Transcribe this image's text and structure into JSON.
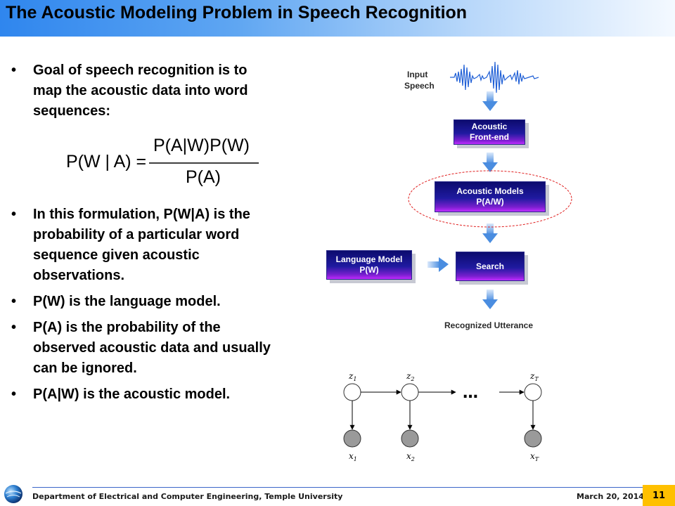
{
  "slide": {
    "title": "The Acoustic Modeling Problem in Speech Recognition",
    "bullets": [
      "Goal of speech recognition is to map the acoustic data into word sequences:",
      "In this formulation, P(W|A) is the probability of a particular word sequence given acoustic observations.",
      "P(W) is the language model.",
      "P(A) is the probability of the observed acoustic data and usually can be ignored.",
      "P(A|W) is the acoustic model."
    ],
    "formula": {
      "lhs": "P(W | A) =",
      "numerator": "P(A|W)P(W)",
      "denominator": "P(A)"
    }
  },
  "diagram": {
    "input_label_1": "Input",
    "input_label_2": "Speech",
    "front_end_1": "Acoustic",
    "front_end_2": "Front-end",
    "acoustic_models_1": "Acoustic Models",
    "acoustic_models_2": "P(A/W)",
    "language_model_1": "Language Model",
    "language_model_2": "P(W)",
    "search": "Search",
    "output_label": "Recognized Utterance",
    "highlight_color": "#e02020"
  },
  "hmm": {
    "states": [
      "z1",
      "z2",
      "zT"
    ],
    "observations": [
      "x1",
      "x2",
      "xT"
    ],
    "ellipsis": "…"
  },
  "footer": {
    "department": "Department of Electrical and Computer Engineering, Temple University",
    "date": "March 20, 2014",
    "page_number": "11"
  }
}
